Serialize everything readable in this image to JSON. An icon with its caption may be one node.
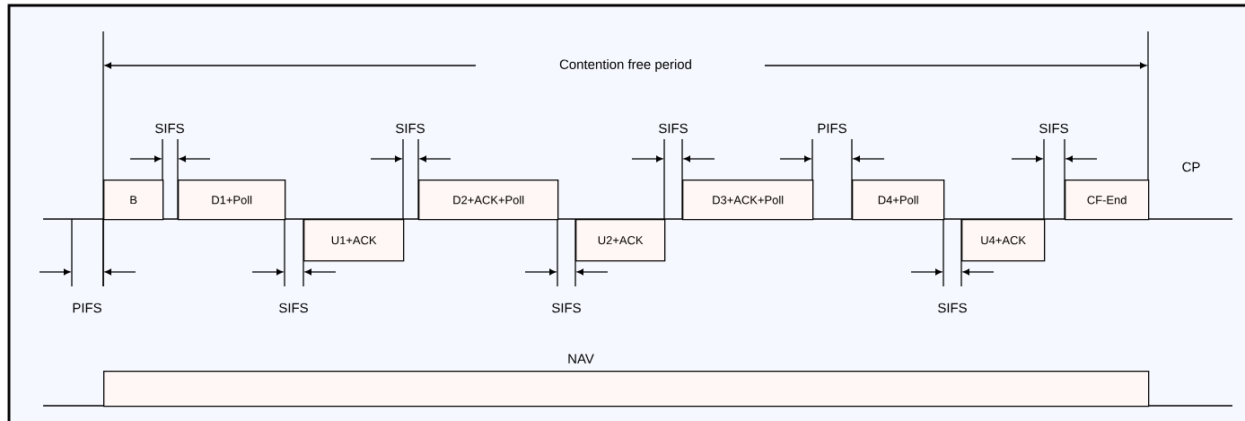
{
  "diagram": {
    "nodes": [
      {
        "text": [
          "B"
        ]
      },
      {
        "text": [
          "D1+Poll"
        ]
      },
      {
        "text": [
          "U1+ACK"
        ]
      },
      {
        "text": [
          "D2+ACK+Poll"
        ]
      },
      {
        "text": [
          "U2+ACK"
        ]
      },
      {
        "text": [
          "D3+ACK+Poll"
        ]
      },
      {
        "text": [
          "D4+Poll"
        ]
      },
      {
        "text": [
          "U4+ACK"
        ]
      },
      {
        "text": [
          "CF-End"
        ]
      },
      {
        "text": [
          "NAV"
        ]
      }
    ],
    "edges": [],
    "labels": [
      "Contention free period",
      "SIFS",
      "SIFS",
      "SIFS",
      "PIFS",
      "SIFS",
      "CP",
      "PIFS",
      "SIFS",
      "SIFS",
      "SIFS"
    ]
  }
}
